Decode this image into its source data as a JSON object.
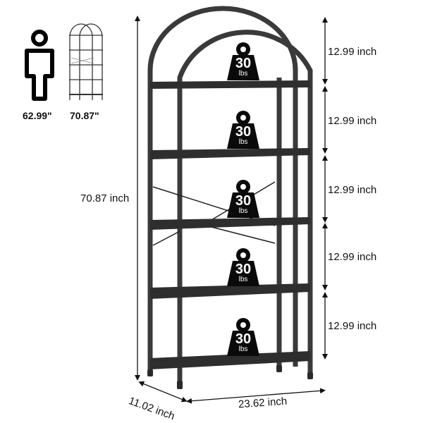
{
  "comparison": {
    "person_height": "62.99\"",
    "shelf_height": "70.87\""
  },
  "dimensions": {
    "total_height": "70.87 inch",
    "depth": "11.02 inch",
    "width": "23.62 inch",
    "shelf_gaps": [
      "12.99 inch",
      "12.99 inch",
      "12.99 inch",
      "12.99 inch",
      "12.99 inch"
    ]
  },
  "weights": [
    {
      "value": "30",
      "unit": "lbs"
    },
    {
      "value": "30",
      "unit": "lbs"
    },
    {
      "value": "30",
      "unit": "lbs"
    },
    {
      "value": "30",
      "unit": "lbs"
    },
    {
      "value": "30",
      "unit": "lbs"
    }
  ],
  "colors": {
    "frame": "#3a3a3a",
    "shelf": "#2e2e2e",
    "weight": "#0a0a0a",
    "text": "#111111"
  }
}
